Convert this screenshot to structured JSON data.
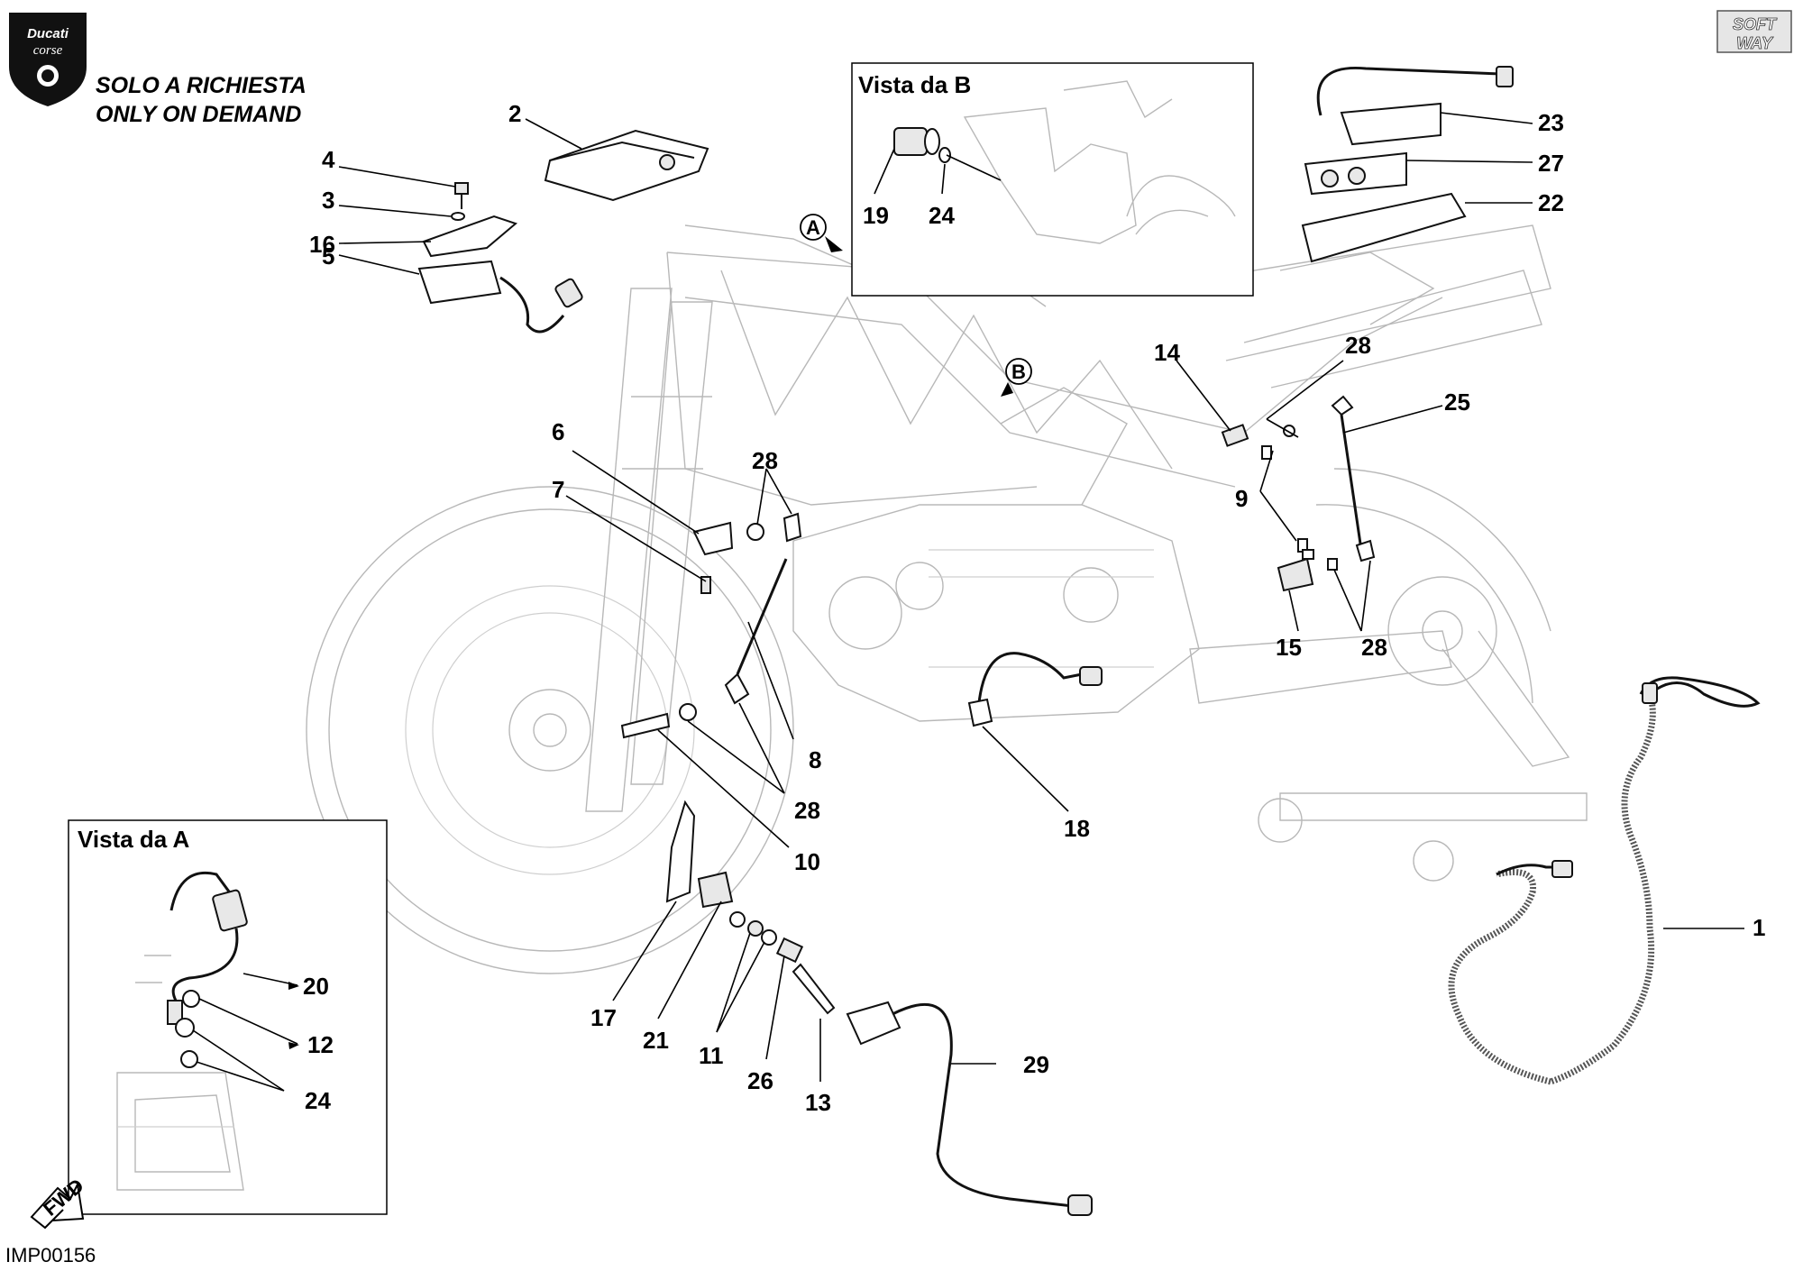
{
  "brand": {
    "logo_line1": "Ducati",
    "logo_line2": "corse",
    "corner_logo_line1": "SOFT",
    "corner_logo_line2": "WAY"
  },
  "notice": {
    "line1": "SOLO A RICHIESTA",
    "line2": "ONLY ON DEMAND"
  },
  "views": {
    "view_b_title": "Vista da B",
    "view_a_title": "Vista da A",
    "marker_a": "A",
    "marker_b": "B"
  },
  "fwd_label": "FWD",
  "drawing_code": "IMP00156",
  "callouts": {
    "c1": "1",
    "c2": "2",
    "c3": "3",
    "c4": "4",
    "c5": "5",
    "c6": "6",
    "c7": "7",
    "c8": "8",
    "c9": "9",
    "c10": "10",
    "c11": "11",
    "c12": "12",
    "c13": "13",
    "c14": "14",
    "c15": "15",
    "c16": "16",
    "c17": "17",
    "c18": "18",
    "c19": "19",
    "c20": "20",
    "c21": "21",
    "c22": "22",
    "c23": "23",
    "c24": "24",
    "c25": "25",
    "c26": "26",
    "c27": "27",
    "c28": "28",
    "c29": "29"
  }
}
